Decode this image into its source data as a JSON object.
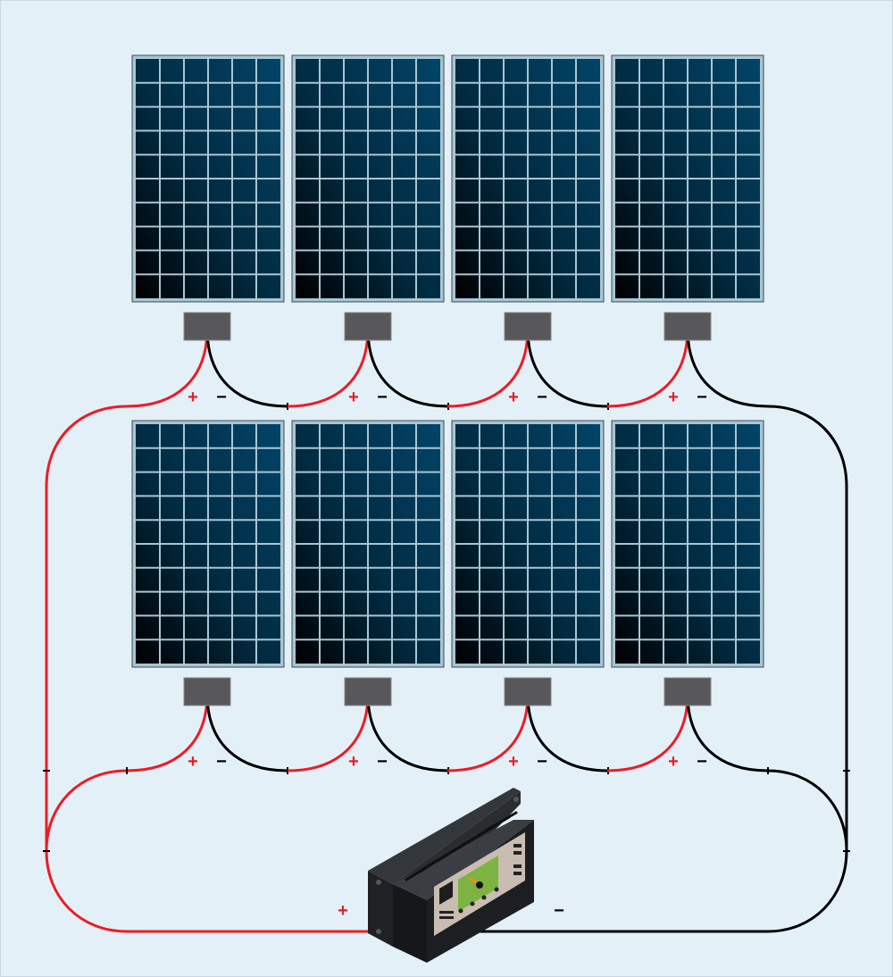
{
  "diagram": {
    "panel_rows": 2,
    "panels_per_row": 4,
    "cell_columns": 6,
    "cell_rows": 10,
    "connection": "series",
    "positive_label": "+",
    "negative_label": "−",
    "controller_positive_label": "+",
    "controller_negative_label": "−"
  },
  "colors": {
    "background": "#e4f0f8",
    "panel_frame": "#a7c6d4",
    "cell_top": "#024468",
    "cell_bottom": "#000000",
    "junction_box": "#58585a",
    "positive_wire": "#ed1c24",
    "negative_wire": "#000000",
    "controller_body": "#2a2d30",
    "controller_face": "#c9bcb0",
    "controller_display": "#7cb342"
  },
  "icons": {
    "panel": "solar-panel-icon",
    "controller": "charge-controller-icon"
  }
}
